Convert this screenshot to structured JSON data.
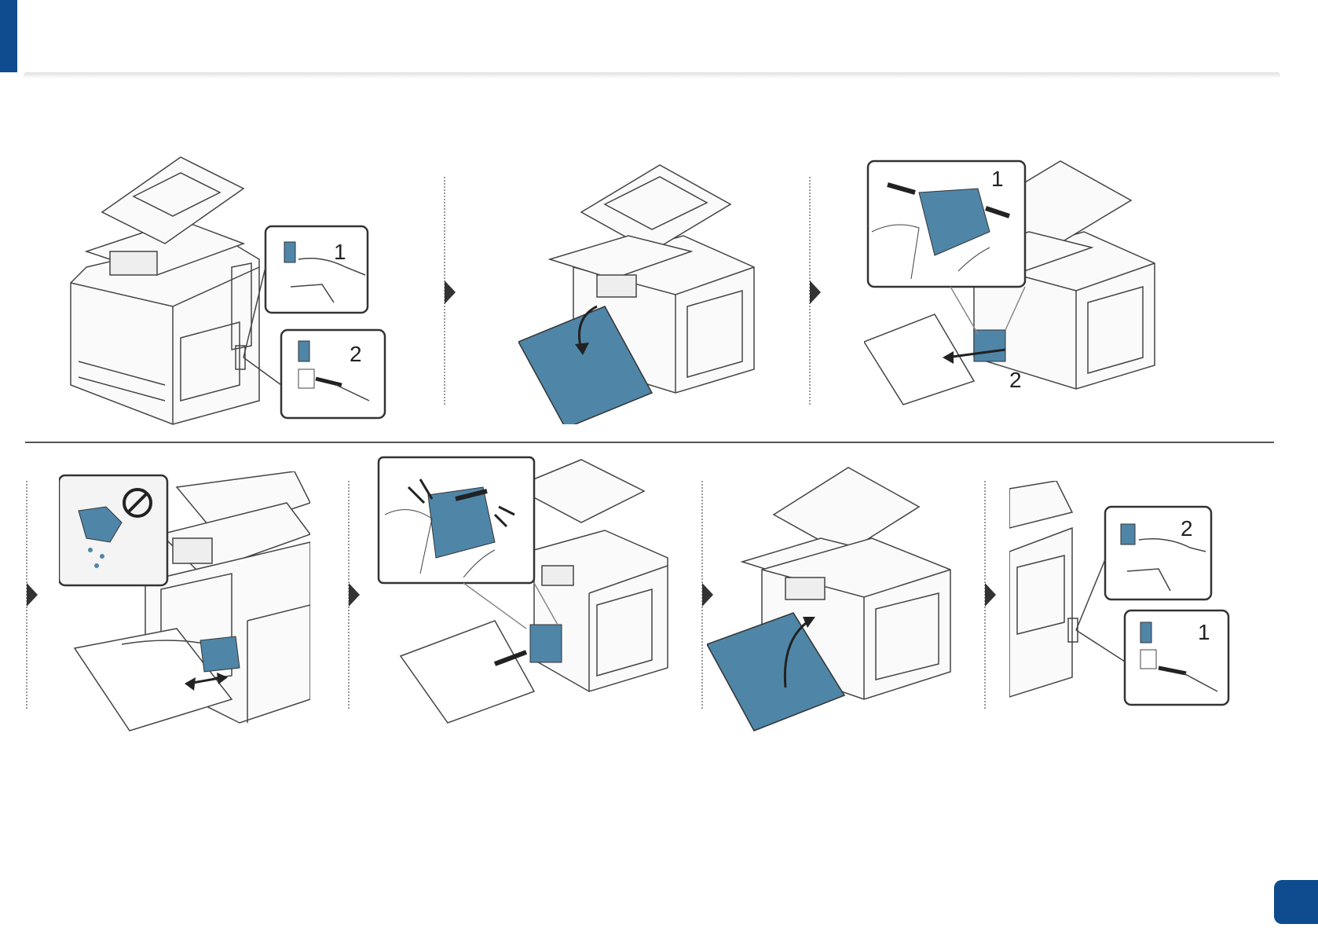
{
  "colors": {
    "brand": "#0e4c8f",
    "part_fill": "#4f86a8",
    "line": "#444444",
    "divider": "#555555"
  },
  "steps": [
    {
      "callouts": [
        "1",
        "2"
      ]
    },
    {
      "callouts": []
    },
    {
      "callouts": [
        "1",
        "2"
      ]
    },
    {
      "callouts": []
    },
    {
      "callouts": []
    },
    {
      "callouts": []
    },
    {
      "callouts": [
        "2",
        "1"
      ]
    }
  ],
  "icons": [
    "no-symbol-icon",
    "wet-cloth-icon",
    "arrow-right-icon",
    "step-arrow-icon"
  ]
}
